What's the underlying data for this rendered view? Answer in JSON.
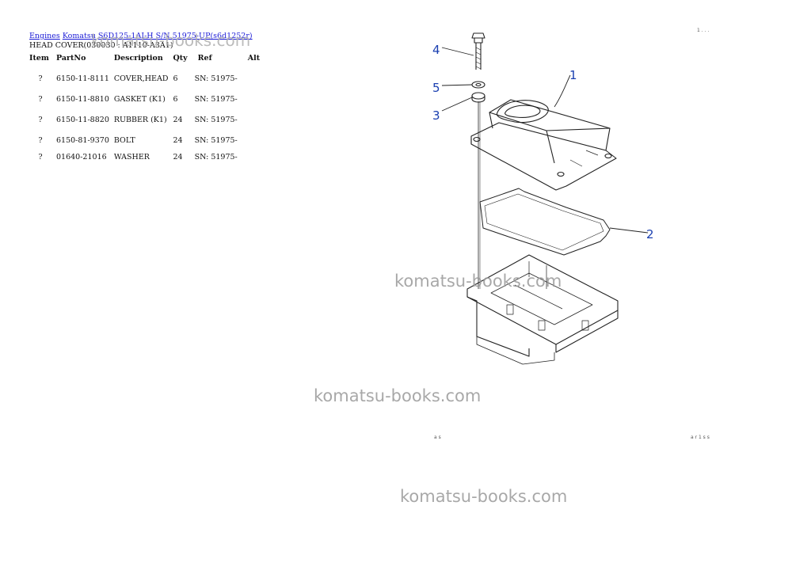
{
  "breadcrumb": {
    "link_engines": "Engines",
    "link_komatsu": "Komatsu",
    "link_model": "S6D125-1AI-H S/N 51975-UP(s6d1252r)",
    "sep": " - "
  },
  "section_title": "HEAD COVER(030030 : A1110-A3A1)",
  "table": {
    "headers": [
      "Item",
      "PartNo",
      "Description",
      "Qty",
      "Ref",
      "Alt"
    ],
    "rows": [
      {
        "item": "?",
        "part_no": "6150-11-8111",
        "description": "COVER,HEAD",
        "qty": "6",
        "ref": "SN: 51975-",
        "alt": ""
      },
      {
        "item": "?",
        "part_no": "6150-11-8810",
        "description": "GASKET (K1)",
        "qty": "6",
        "ref": "SN: 51975-",
        "alt": ""
      },
      {
        "item": "?",
        "part_no": "6150-11-8820",
        "description": "RUBBER (K1)",
        "qty": "24",
        "ref": "SN: 51975-",
        "alt": ""
      },
      {
        "item": "?",
        "part_no": "6150-81-9370",
        "description": "BOLT",
        "qty": "24",
        "ref": "SN: 51975-",
        "alt": ""
      },
      {
        "item": "?",
        "part_no": "01640-21016",
        "description": "WASHER",
        "qty": "24",
        "ref": "SN: 51975-",
        "alt": ""
      }
    ]
  },
  "diagram": {
    "callouts": {
      "c1": "1",
      "c2": "2",
      "c3": "3",
      "c4": "4",
      "c5": "5"
    },
    "corner_bl": "a s",
    "corner_br": "a r 1 s s",
    "corner_tr": "1 . . ."
  },
  "watermark": "komatsu-books.com",
  "colors": {
    "link": "#1a1ad6",
    "callout": "#1a3fb0",
    "watermark": "#9a9a9a"
  }
}
